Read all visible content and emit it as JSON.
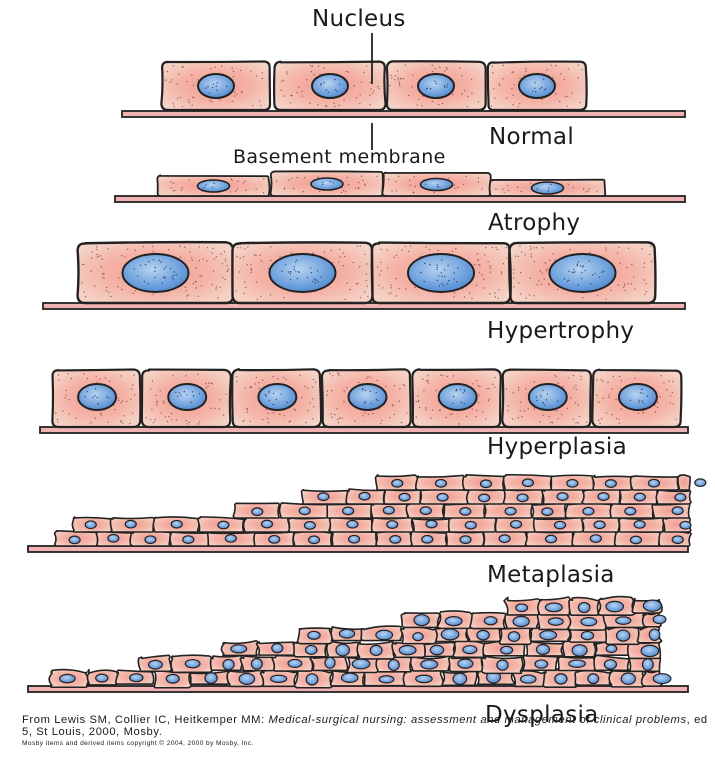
{
  "labels": {
    "nucleus": "Nucleus",
    "basement_membrane": "Basement membrane",
    "normal": "Normal",
    "atrophy": "Atrophy",
    "hypertrophy": "Hypertrophy",
    "hyperplasia": "Hyperplasia",
    "metaplasia": "Metaplasia",
    "dysplasia": "Dysplasia"
  },
  "credit": {
    "line1_prefix": "From Lewis SM, Collier IC, Heitkemper MM: ",
    "line1_title": "Medical-surgical nursing: assessment and management of clinical problems",
    "line1_suffix": ", ed 5, St Louis, 2000, Mosby.",
    "line2": "Mosby items and derived items copyright © 2004, 2000 by Mosby, Inc."
  },
  "colors": {
    "cell_center": "#f4aba0",
    "cell_edge": "#f3c9bd",
    "nucleus": "#5a93d8",
    "membrane": "#f1b2b3",
    "outline": "#222222"
  },
  "panels": [
    {
      "name": "normal",
      "cells": 4
    },
    {
      "name": "atrophy",
      "cells": 4
    },
    {
      "name": "hypertrophy",
      "cells": 4
    },
    {
      "name": "hyperplasia",
      "cells": 7
    },
    {
      "name": "metaplasia",
      "rows": 5
    },
    {
      "name": "dysplasia",
      "rows": 6
    }
  ]
}
